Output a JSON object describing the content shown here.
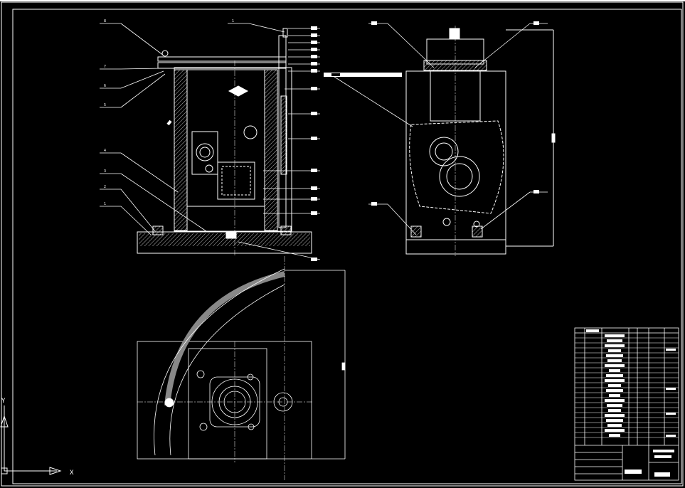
{
  "theme": {
    "background": "#000000",
    "line": "#ffffff",
    "hatch": "#bbbbbb"
  },
  "front_view": {
    "callouts_left": [
      "8",
      "7",
      "6",
      "5",
      "4",
      "3",
      "2",
      "1"
    ],
    "callout_top": "1"
  },
  "axis_icons": {
    "y": "Y",
    "x": "X"
  }
}
